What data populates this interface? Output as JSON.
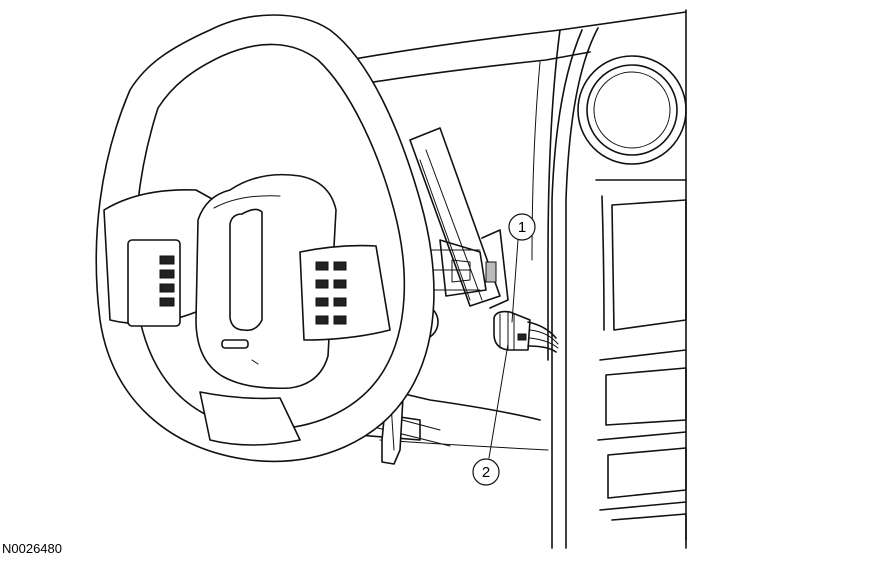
{
  "figure_id": "N0026480",
  "callouts": [
    {
      "number": "1"
    },
    {
      "number": "2"
    }
  ]
}
